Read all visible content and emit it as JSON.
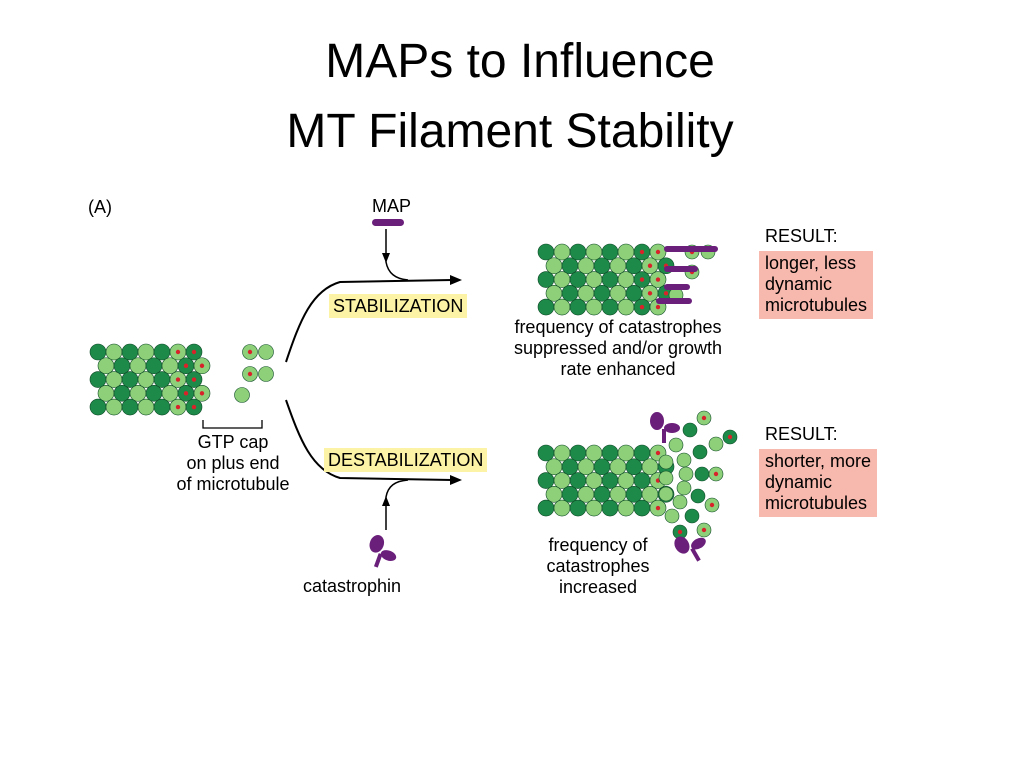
{
  "title": {
    "line1": "MAPs to Influence",
    "line2": "MT Filament Stability"
  },
  "panel_label": "(A)",
  "left": {
    "gtp_cap_caption": [
      "GTP cap",
      "on plus end",
      "of microtubule"
    ]
  },
  "top_branch": {
    "agent_label": "MAP",
    "action_label": "STABILIZATION",
    "caption": [
      "frequency of catastrophes",
      "suppressed and/or growth",
      "rate enhanced"
    ],
    "result_heading": "RESULT:",
    "result_text": [
      "longer, less",
      "dynamic",
      "microtubules"
    ]
  },
  "bottom_branch": {
    "agent_label": "catastrophin",
    "action_label": "DESTABILIZATION",
    "caption": [
      "frequency of",
      "catastrophes",
      "increased"
    ],
    "result_heading": "RESULT:",
    "result_text": [
      "shorter, more",
      "dynamic",
      "microtubules"
    ]
  },
  "colors": {
    "tubulin_dark": "#1e8a4a",
    "tubulin_light": "#8ed07a",
    "gtp_dot": "#d8232a",
    "map_protein": "#6a1f7a",
    "highlight_yellow": "#fdf3a6",
    "result_pink": "#f7b8ad"
  }
}
